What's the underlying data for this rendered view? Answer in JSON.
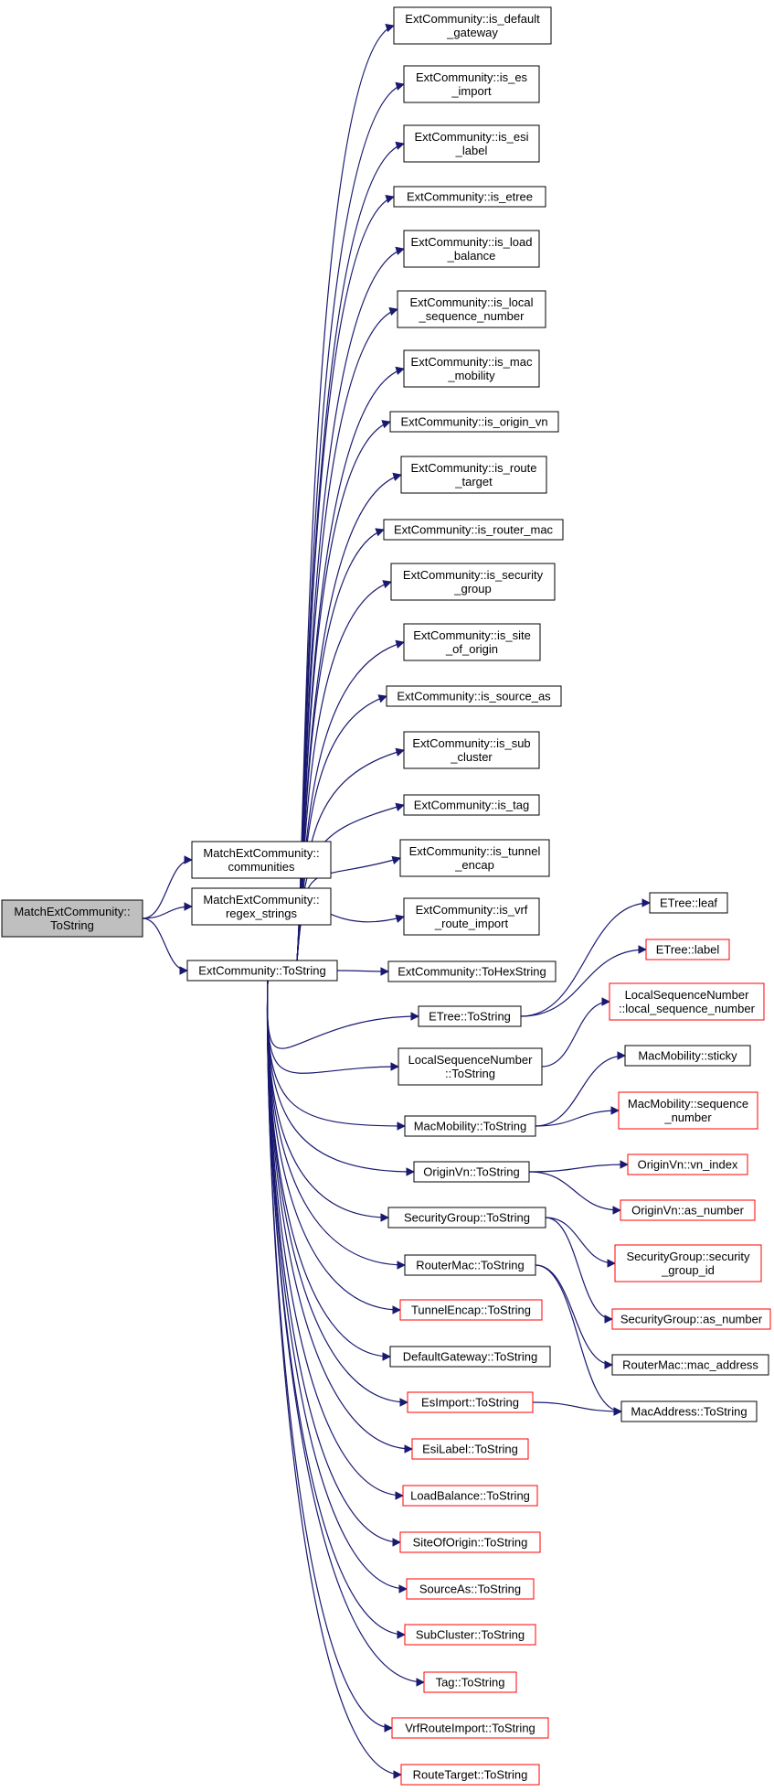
{
  "colors": {
    "edge": "#191970",
    "node_border_normal": "#000000",
    "node_border_truncated": "#ff0000",
    "root_fill": "#bfbfbf",
    "node_fill": "#ffffff",
    "text": "#000000"
  },
  "nodes": [
    {
      "id": "root",
      "lines": [
        "MatchExtCommunity::",
        "ToString"
      ],
      "kind": "root"
    },
    {
      "id": "communities",
      "lines": [
        "MatchExtCommunity::",
        "communities"
      ],
      "kind": "normal"
    },
    {
      "id": "regex",
      "lines": [
        "MatchExtCommunity::",
        "regex_strings"
      ],
      "kind": "normal"
    },
    {
      "id": "ectostring",
      "lines": [
        "ExtCommunity::ToString"
      ],
      "kind": "normal"
    },
    {
      "id": "is_default_gateway",
      "lines": [
        "ExtCommunity::is_default",
        "_gateway"
      ],
      "kind": "normal"
    },
    {
      "id": "is_es_import",
      "lines": [
        "ExtCommunity::is_es",
        "_import"
      ],
      "kind": "normal"
    },
    {
      "id": "is_esi_label",
      "lines": [
        "ExtCommunity::is_esi",
        "_label"
      ],
      "kind": "normal"
    },
    {
      "id": "is_etree",
      "lines": [
        "ExtCommunity::is_etree"
      ],
      "kind": "normal"
    },
    {
      "id": "is_load_balance",
      "lines": [
        "ExtCommunity::is_load",
        "_balance"
      ],
      "kind": "normal"
    },
    {
      "id": "is_local_seq",
      "lines": [
        "ExtCommunity::is_local",
        "_sequence_number"
      ],
      "kind": "normal"
    },
    {
      "id": "is_mac_mobility",
      "lines": [
        "ExtCommunity::is_mac",
        "_mobility"
      ],
      "kind": "normal"
    },
    {
      "id": "is_origin_vn",
      "lines": [
        "ExtCommunity::is_origin_vn"
      ],
      "kind": "normal"
    },
    {
      "id": "is_route_target",
      "lines": [
        "ExtCommunity::is_route",
        "_target"
      ],
      "kind": "normal"
    },
    {
      "id": "is_router_mac",
      "lines": [
        "ExtCommunity::is_router_mac"
      ],
      "kind": "normal"
    },
    {
      "id": "is_security_group",
      "lines": [
        "ExtCommunity::is_security",
        "_group"
      ],
      "kind": "normal"
    },
    {
      "id": "is_site_of_origin",
      "lines": [
        "ExtCommunity::is_site",
        "_of_origin"
      ],
      "kind": "normal"
    },
    {
      "id": "is_source_as",
      "lines": [
        "ExtCommunity::is_source_as"
      ],
      "kind": "normal"
    },
    {
      "id": "is_sub_cluster",
      "lines": [
        "ExtCommunity::is_sub",
        "_cluster"
      ],
      "kind": "normal"
    },
    {
      "id": "is_tag",
      "lines": [
        "ExtCommunity::is_tag"
      ],
      "kind": "normal"
    },
    {
      "id": "is_tunnel_encap",
      "lines": [
        "ExtCommunity::is_tunnel",
        "_encap"
      ],
      "kind": "normal"
    },
    {
      "id": "is_vrf_route_import",
      "lines": [
        "ExtCommunity::is_vrf",
        "_route_import"
      ],
      "kind": "normal"
    },
    {
      "id": "tohexstring",
      "lines": [
        "ExtCommunity::ToHexString"
      ],
      "kind": "normal"
    },
    {
      "id": "etree_tostring",
      "lines": [
        "ETree::ToString"
      ],
      "kind": "normal"
    },
    {
      "id": "etree_leaf",
      "lines": [
        "ETree::leaf"
      ],
      "kind": "normal"
    },
    {
      "id": "etree_label",
      "lines": [
        "ETree::label"
      ],
      "kind": "truncated"
    },
    {
      "id": "lsn_tostring",
      "lines": [
        "LocalSequenceNumber",
        "::ToString"
      ],
      "kind": "normal"
    },
    {
      "id": "lsn_lsn",
      "lines": [
        "LocalSequenceNumber",
        "::local_sequence_number"
      ],
      "kind": "truncated"
    },
    {
      "id": "macmob_tostring",
      "lines": [
        "MacMobility::ToString"
      ],
      "kind": "normal"
    },
    {
      "id": "macmob_sticky",
      "lines": [
        "MacMobility::sticky"
      ],
      "kind": "normal"
    },
    {
      "id": "macmob_seq",
      "lines": [
        "MacMobility::sequence",
        "_number"
      ],
      "kind": "truncated"
    },
    {
      "id": "originvn_tostring",
      "lines": [
        "OriginVn::ToString"
      ],
      "kind": "normal"
    },
    {
      "id": "originvn_vnindex",
      "lines": [
        "OriginVn::vn_index"
      ],
      "kind": "truncated"
    },
    {
      "id": "originvn_asnumber",
      "lines": [
        "OriginVn::as_number"
      ],
      "kind": "truncated"
    },
    {
      "id": "secgrp_tostring",
      "lines": [
        "SecurityGroup::ToString"
      ],
      "kind": "normal"
    },
    {
      "id": "secgrp_id",
      "lines": [
        "SecurityGroup::security",
        "_group_id"
      ],
      "kind": "truncated"
    },
    {
      "id": "secgrp_asnumber",
      "lines": [
        "SecurityGroup::as_number"
      ],
      "kind": "truncated"
    },
    {
      "id": "routermac_tostring",
      "lines": [
        "RouterMac::ToString"
      ],
      "kind": "normal"
    },
    {
      "id": "routermac_macaddr",
      "lines": [
        "RouterMac::mac_address"
      ],
      "kind": "normal"
    },
    {
      "id": "macaddr_tostring",
      "lines": [
        "MacAddress::ToString"
      ],
      "kind": "normal"
    },
    {
      "id": "tunnelencap_tostring",
      "lines": [
        "TunnelEncap::ToString"
      ],
      "kind": "truncated"
    },
    {
      "id": "defaultgw_tostring",
      "lines": [
        "DefaultGateway::ToString"
      ],
      "kind": "normal"
    },
    {
      "id": "esimport_tostring",
      "lines": [
        "EsImport::ToString"
      ],
      "kind": "truncated"
    },
    {
      "id": "esilabel_tostring",
      "lines": [
        "EsiLabel::ToString"
      ],
      "kind": "truncated"
    },
    {
      "id": "loadbalance_tostring",
      "lines": [
        "LoadBalance::ToString"
      ],
      "kind": "truncated"
    },
    {
      "id": "siteoforigin_tostring",
      "lines": [
        "SiteOfOrigin::ToString"
      ],
      "kind": "truncated"
    },
    {
      "id": "sourceas_tostring",
      "lines": [
        "SourceAs::ToString"
      ],
      "kind": "truncated"
    },
    {
      "id": "subcluster_tostring",
      "lines": [
        "SubCluster::ToString"
      ],
      "kind": "truncated"
    },
    {
      "id": "tag_tostring",
      "lines": [
        "Tag::ToString"
      ],
      "kind": "truncated"
    },
    {
      "id": "vrfrouteimport_tostring",
      "lines": [
        "VrfRouteImport::ToString"
      ],
      "kind": "truncated"
    },
    {
      "id": "routetarget_tostring",
      "lines": [
        "RouteTarget::ToString"
      ],
      "kind": "truncated"
    }
  ],
  "edges": [
    [
      "root",
      "communities"
    ],
    [
      "root",
      "regex"
    ],
    [
      "root",
      "ectostring"
    ],
    [
      "ectostring",
      "is_default_gateway"
    ],
    [
      "ectostring",
      "is_es_import"
    ],
    [
      "ectostring",
      "is_esi_label"
    ],
    [
      "ectostring",
      "is_etree"
    ],
    [
      "ectostring",
      "is_load_balance"
    ],
    [
      "ectostring",
      "is_local_seq"
    ],
    [
      "ectostring",
      "is_mac_mobility"
    ],
    [
      "ectostring",
      "is_origin_vn"
    ],
    [
      "ectostring",
      "is_route_target"
    ],
    [
      "ectostring",
      "is_router_mac"
    ],
    [
      "ectostring",
      "is_security_group"
    ],
    [
      "ectostring",
      "is_site_of_origin"
    ],
    [
      "ectostring",
      "is_source_as"
    ],
    [
      "ectostring",
      "is_sub_cluster"
    ],
    [
      "ectostring",
      "is_tag"
    ],
    [
      "ectostring",
      "is_tunnel_encap"
    ],
    [
      "ectostring",
      "is_vrf_route_import"
    ],
    [
      "ectostring",
      "tohexstring"
    ],
    [
      "ectostring",
      "etree_tostring"
    ],
    [
      "ectostring",
      "lsn_tostring"
    ],
    [
      "ectostring",
      "macmob_tostring"
    ],
    [
      "ectostring",
      "originvn_tostring"
    ],
    [
      "ectostring",
      "secgrp_tostring"
    ],
    [
      "ectostring",
      "routermac_tostring"
    ],
    [
      "ectostring",
      "tunnelencap_tostring"
    ],
    [
      "ectostring",
      "defaultgw_tostring"
    ],
    [
      "ectostring",
      "esimport_tostring"
    ],
    [
      "ectostring",
      "esilabel_tostring"
    ],
    [
      "ectostring",
      "loadbalance_tostring"
    ],
    [
      "ectostring",
      "siteoforigin_tostring"
    ],
    [
      "ectostring",
      "sourceas_tostring"
    ],
    [
      "ectostring",
      "subcluster_tostring"
    ],
    [
      "ectostring",
      "tag_tostring"
    ],
    [
      "ectostring",
      "vrfrouteimport_tostring"
    ],
    [
      "ectostring",
      "routetarget_tostring"
    ],
    [
      "etree_tostring",
      "etree_leaf"
    ],
    [
      "etree_tostring",
      "etree_label"
    ],
    [
      "lsn_tostring",
      "lsn_lsn"
    ],
    [
      "macmob_tostring",
      "macmob_sticky"
    ],
    [
      "macmob_tostring",
      "macmob_seq"
    ],
    [
      "originvn_tostring",
      "originvn_vnindex"
    ],
    [
      "originvn_tostring",
      "originvn_asnumber"
    ],
    [
      "secgrp_tostring",
      "secgrp_id"
    ],
    [
      "secgrp_tostring",
      "secgrp_asnumber"
    ],
    [
      "routermac_tostring",
      "routermac_macaddr"
    ],
    [
      "routermac_tostring",
      "macaddr_tostring"
    ],
    [
      "esimport_tostring",
      "macaddr_tostring"
    ]
  ]
}
